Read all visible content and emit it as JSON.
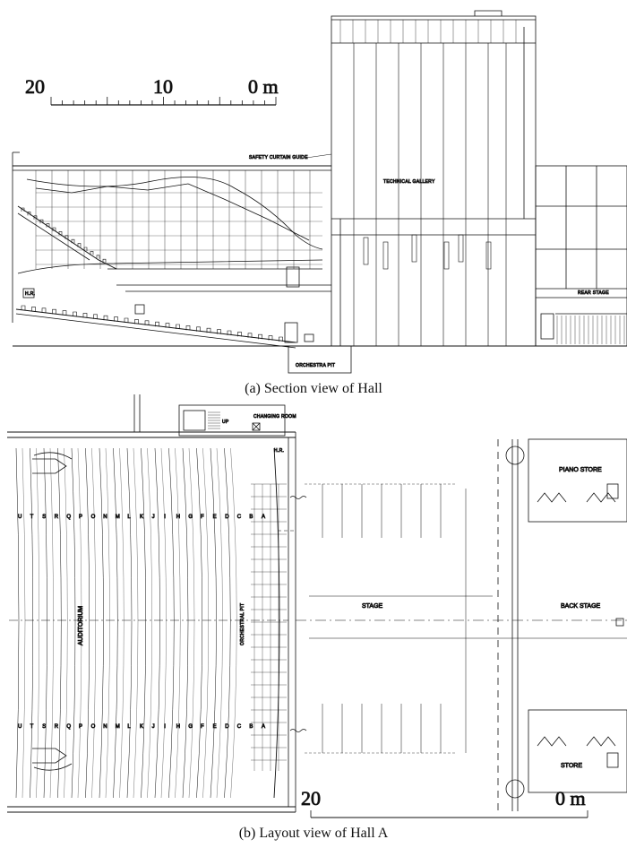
{
  "section": {
    "caption": "(a) Section view of Hall",
    "scale": {
      "left": "20",
      "mid": "10",
      "right": "0 m"
    },
    "labels": {
      "safety_curtain": "SAFETY CURTAIN GUIDE",
      "technical_gallery": "TECHNICAL GALLERY",
      "rear_stage": "REAR STAGE",
      "orchestra_pit": "ORCHESTRA PIT"
    }
  },
  "layout": {
    "caption": "(b) Layout view of Hall A",
    "scale": {
      "left": "20",
      "right": "0 m"
    },
    "labels": {
      "up": "UP",
      "changing_room": "CHANGING ROOM",
      "hr": "H.R.",
      "auditorium": "AUDITORIUM",
      "orchestral_pit": "ORCHESTRAL PIT",
      "stage": "STAGE",
      "piano_store": "PIANO STORE",
      "back_stage": "BACK STAGE",
      "store": "STORE"
    },
    "rows": [
      "U",
      "T",
      "S",
      "R",
      "Q",
      "P",
      "O",
      "N",
      "M",
      "L",
      "K",
      "J",
      "I",
      "H",
      "G",
      "F",
      "E",
      "D",
      "C",
      "B",
      "A"
    ]
  }
}
